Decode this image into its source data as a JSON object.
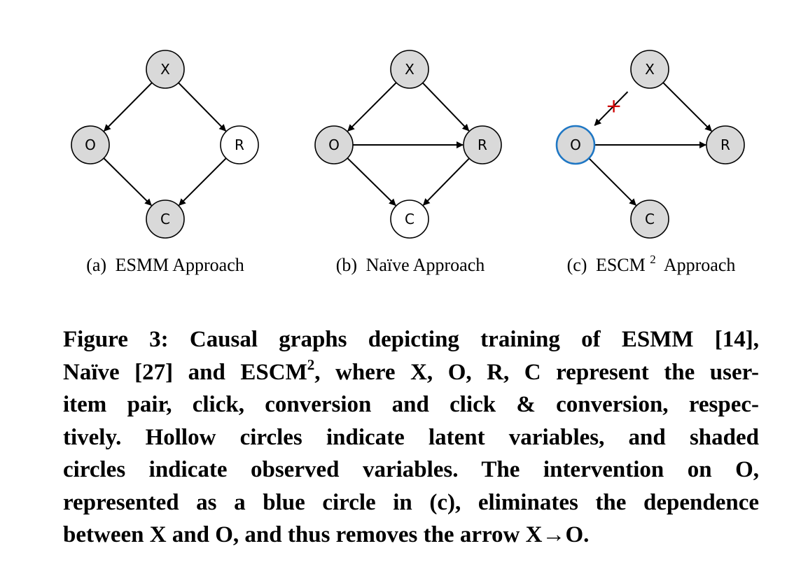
{
  "panels": [
    {
      "id": "a",
      "caption_prefix": "(a)",
      "caption_text": "ESMM Approach",
      "nodes": {
        "X": {
          "label": "X",
          "state": "observed"
        },
        "O": {
          "label": "O",
          "state": "observed"
        },
        "R": {
          "label": "R",
          "state": "latent"
        },
        "C": {
          "label": "C",
          "state": "observed"
        }
      },
      "edges": [
        [
          "X",
          "O"
        ],
        [
          "X",
          "R"
        ],
        [
          "O",
          "C"
        ],
        [
          "R",
          "C"
        ]
      ]
    },
    {
      "id": "b",
      "caption_prefix": "(b)",
      "caption_text": "Naïve Approach",
      "nodes": {
        "X": {
          "label": "X",
          "state": "observed"
        },
        "O": {
          "label": "O",
          "state": "observed"
        },
        "R": {
          "label": "R",
          "state": "observed"
        },
        "C": {
          "label": "C",
          "state": "latent"
        }
      },
      "edges": [
        [
          "X",
          "O"
        ],
        [
          "X",
          "R"
        ],
        [
          "O",
          "R"
        ],
        [
          "O",
          "C"
        ],
        [
          "R",
          "C"
        ]
      ]
    },
    {
      "id": "c",
      "caption_prefix": "(c)",
      "caption_text": "ESCM",
      "caption_sup": "2",
      "caption_suffix": "Approach",
      "nodes": {
        "X": {
          "label": "X",
          "state": "observed"
        },
        "O": {
          "label": "O",
          "state": "intervened"
        },
        "R": {
          "label": "R",
          "state": "observed"
        },
        "C": {
          "label": "C",
          "state": "observed"
        }
      },
      "edges": [
        [
          "O",
          "R"
        ],
        [
          "O",
          "C"
        ],
        [
          "X",
          "R"
        ]
      ],
      "cut_edge": [
        "X",
        "O"
      ],
      "cut_mark": "+"
    }
  ],
  "colors": {
    "observed_fill": "#d9d9d9",
    "latent_fill": "#ffffff",
    "intervention_stroke": "#1f77c4",
    "cut_mark": "#d00000",
    "line": "#000000"
  },
  "caption": {
    "line1": "Figure 3: Causal graphs depicting training of ESMM [14],",
    "line2_a": "Naïve [27] and ESCM",
    "line2_sup": "2",
    "line2_b": ", where X, O, R, C represent the user-",
    "line3": "item pair, click, conversion and click & conversion, respec-",
    "line4": "tively. Hollow circles indicate latent variables, and shaded",
    "line5": "circles indicate observed variables. The intervention on O,",
    "line6": "represented as a blue circle in (c), eliminates the dependence",
    "line7": "between X and O, and thus removes the arrow X→O."
  }
}
